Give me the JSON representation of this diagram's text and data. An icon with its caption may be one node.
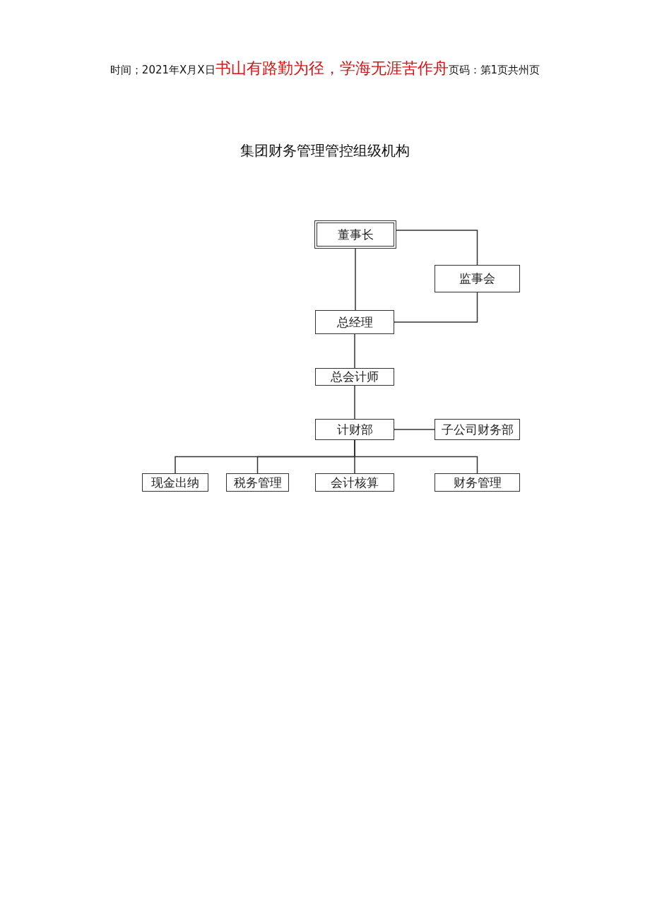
{
  "diagram": {
    "title": "集团财务管理管控组级机构",
    "nodes": [
      {
        "text": [
          "董事长"
        ]
      },
      {
        "text": [
          "监事会"
        ]
      },
      {
        "text": [
          "总经理"
        ]
      },
      {
        "text": [
          "总会计师"
        ]
      },
      {
        "text": [
          "计财部"
        ]
      },
      {
        "text": [
          "子公司财务部"
        ]
      },
      {
        "text": [
          "现金出纳"
        ]
      },
      {
        "text": [
          "税务管理"
        ]
      },
      {
        "text": [
          "会计核算"
        ]
      },
      {
        "text": [
          "财务管理"
        ]
      }
    ],
    "edges": [
      {
        "from": 0,
        "to": 1,
        "arrow": "none"
      },
      {
        "from": 0,
        "to": 2,
        "arrow": "none"
      },
      {
        "from": 1,
        "to": 2,
        "arrow": "none"
      },
      {
        "from": 2,
        "to": 3,
        "arrow": "none"
      },
      {
        "from": 3,
        "to": 4,
        "arrow": "none"
      },
      {
        "from": 4,
        "to": 5,
        "arrow": "none"
      },
      {
        "from": 4,
        "to": 6,
        "arrow": "none"
      },
      {
        "from": 4,
        "to": 7,
        "arrow": "none"
      },
      {
        "from": 4,
        "to": 8,
        "arrow": "none"
      },
      {
        "from": 4,
        "to": 9,
        "arrow": "none"
      }
    ],
    "labels": [
      "时间；2021年X月X日",
      "书山有路勤为径，学海无涯苦作舟",
      "页码：第1页共州页"
    ]
  }
}
